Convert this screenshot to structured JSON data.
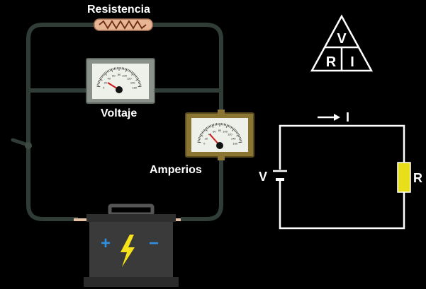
{
  "labels": {
    "resistance": "Resistencia",
    "voltage": "Voltaje",
    "amperes": "Amperios"
  },
  "triangle": {
    "top": "V",
    "bottom_left": "R",
    "bottom_right": "I"
  },
  "schematic": {
    "current": "I",
    "voltage": "V",
    "resistor": "R"
  },
  "battery": {
    "plus": "+",
    "minus": "−"
  },
  "voltmeter_scale": [
    "0",
    "20",
    "40",
    "60",
    "80",
    "100",
    "120",
    "140",
    "160"
  ],
  "ammeter_scale": [
    "0",
    "20",
    "40",
    "60",
    "80",
    "100",
    "120",
    "140",
    "160"
  ],
  "colors": {
    "background": "#000000",
    "wire": "#2f3d36",
    "meter_bezel": "#8a918a",
    "ammeter_bezel": "#8a7632",
    "battery_body": "#3a3a3a",
    "bolt": "#f5e21a",
    "plus": "#2f8fe0",
    "resistor_schematic": "#e8df1a",
    "needle": "#cc1a1a"
  }
}
